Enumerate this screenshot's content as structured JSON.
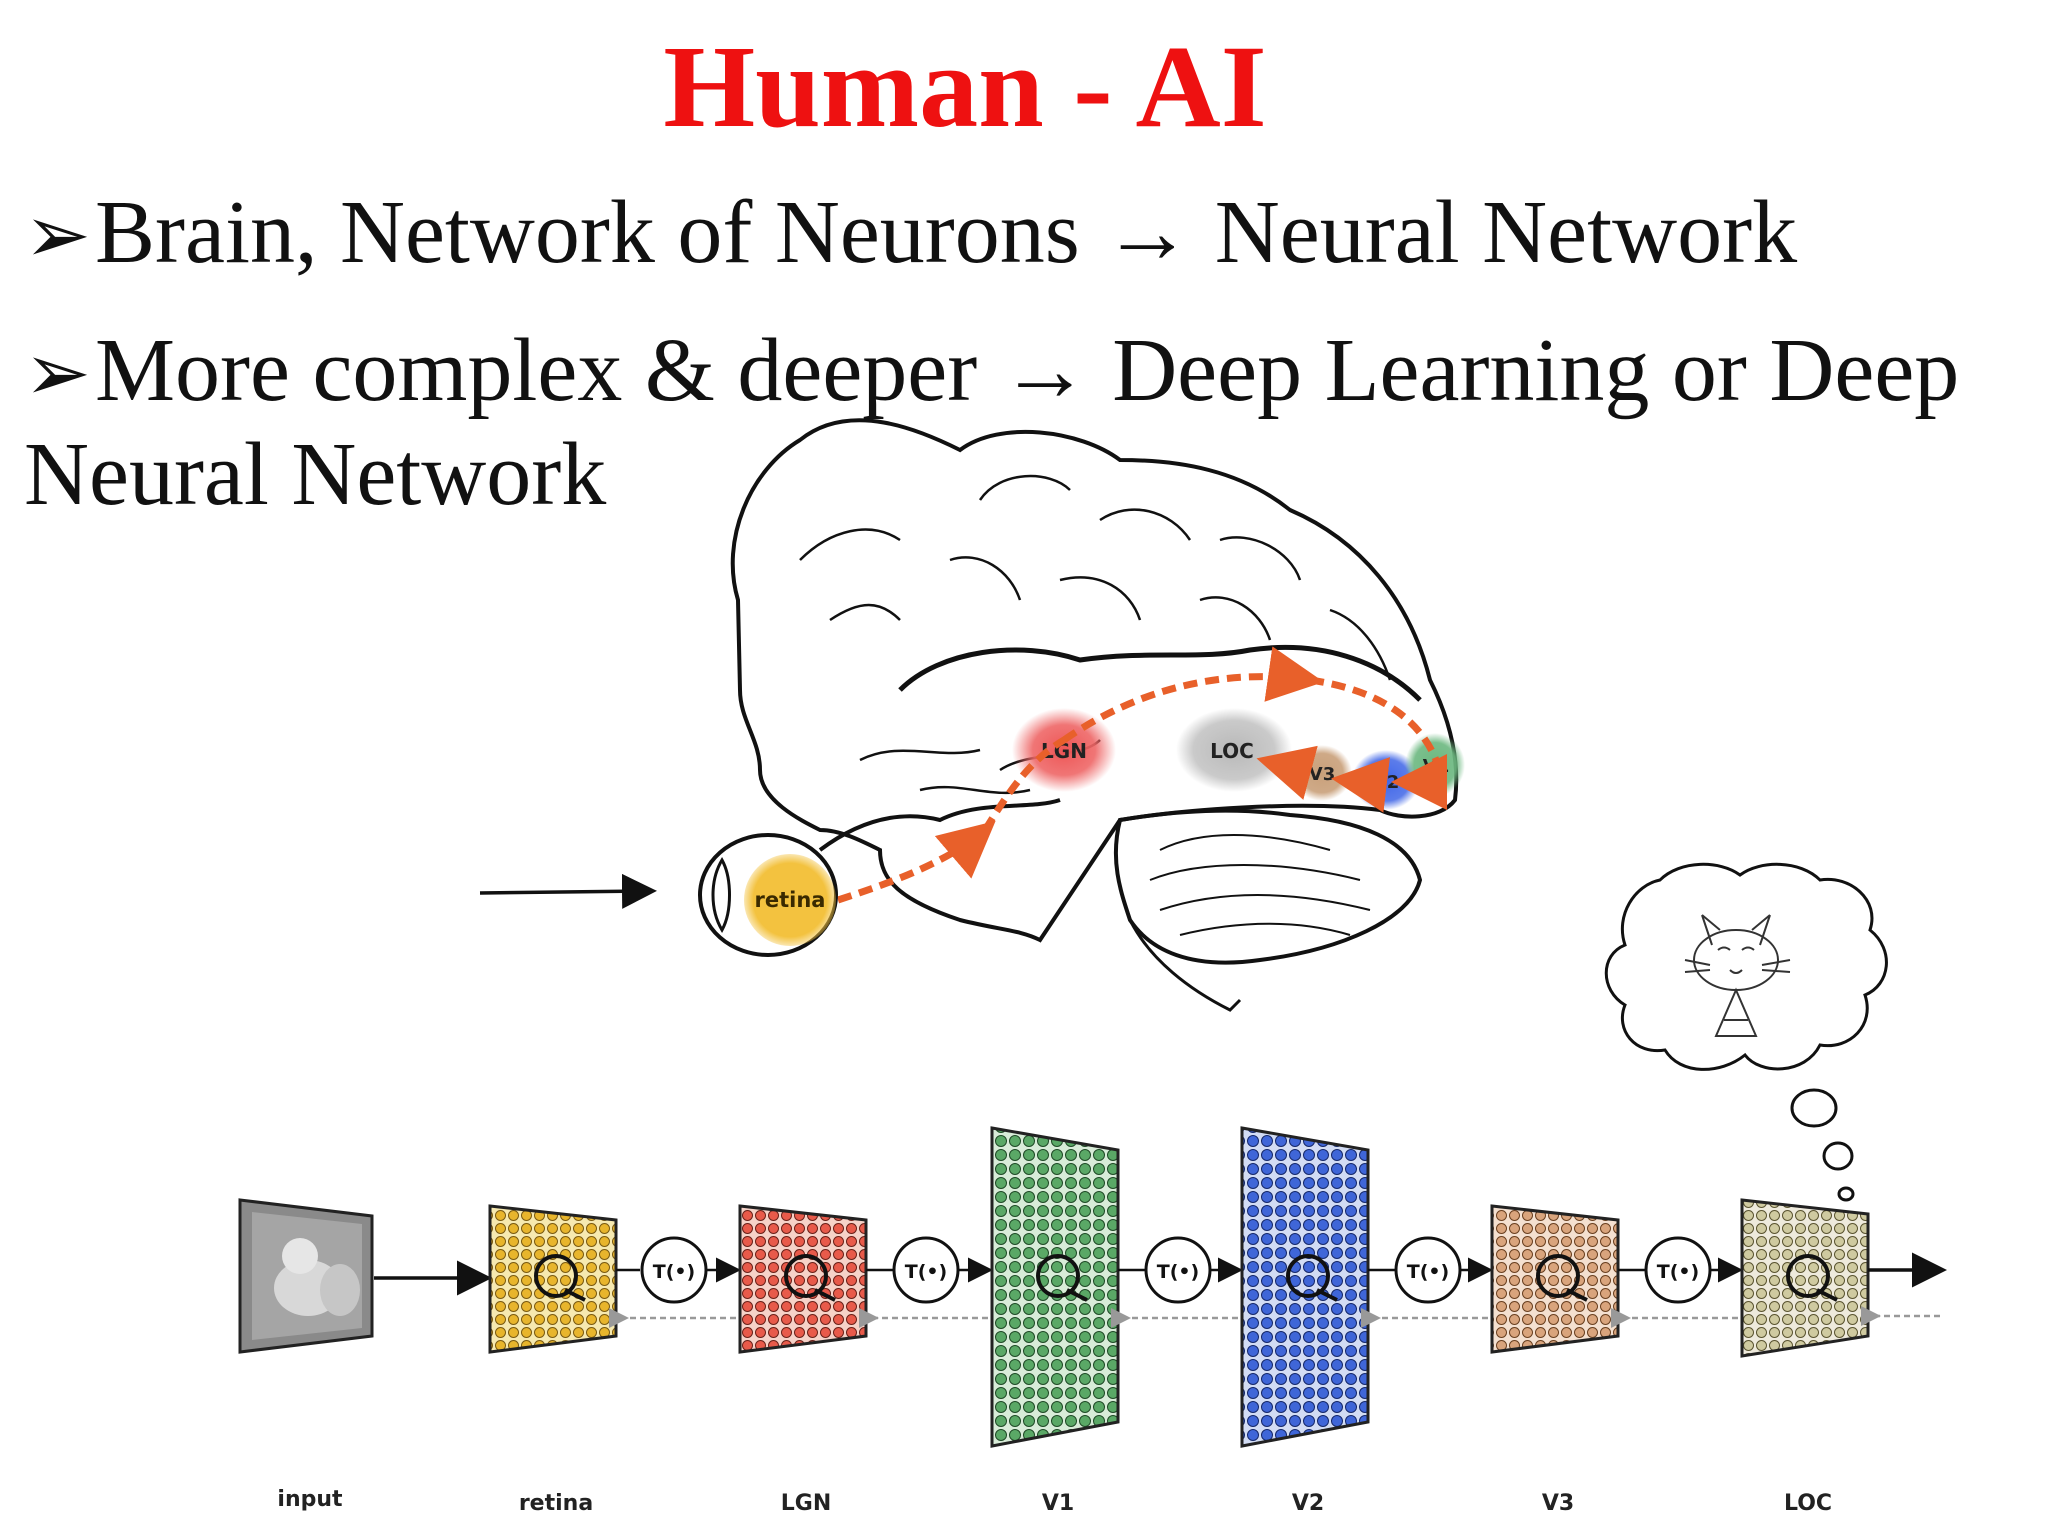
{
  "slide": {
    "title": "Human - AI",
    "bullets": [
      {
        "marker": "➢",
        "text": "Brain, Network of Neurons → Neural Network"
      },
      {
        "marker": "➢",
        "text": "More complex & deeper → Deep Learning or Deep"
      }
    ],
    "bullet2_continued": "Neural Network"
  },
  "brain": {
    "regions": [
      "LGN",
      "LOC",
      "V3",
      "V2",
      "V1"
    ],
    "eye_label": "retina",
    "colors": {
      "retina": "#f3c23f",
      "LGN": "#ee5555",
      "LOC": "#b8b8b8",
      "V3": "#c9a07a",
      "V2": "#4a6ee8",
      "V1": "#6cb880",
      "pathway": "#e8602a"
    }
  },
  "pipeline": {
    "stage_labels": [
      "input",
      "retina",
      "LGN",
      "V1",
      "V2",
      "V3",
      "LOC"
    ],
    "transform_label": "T(•)",
    "colors": {
      "retina": "#e8b52c",
      "LGN": "#e85a4a",
      "V1": "#5aa866",
      "V2": "#3f66d8",
      "V3": "#d9a47c",
      "LOC": "#cfcaa0"
    }
  }
}
